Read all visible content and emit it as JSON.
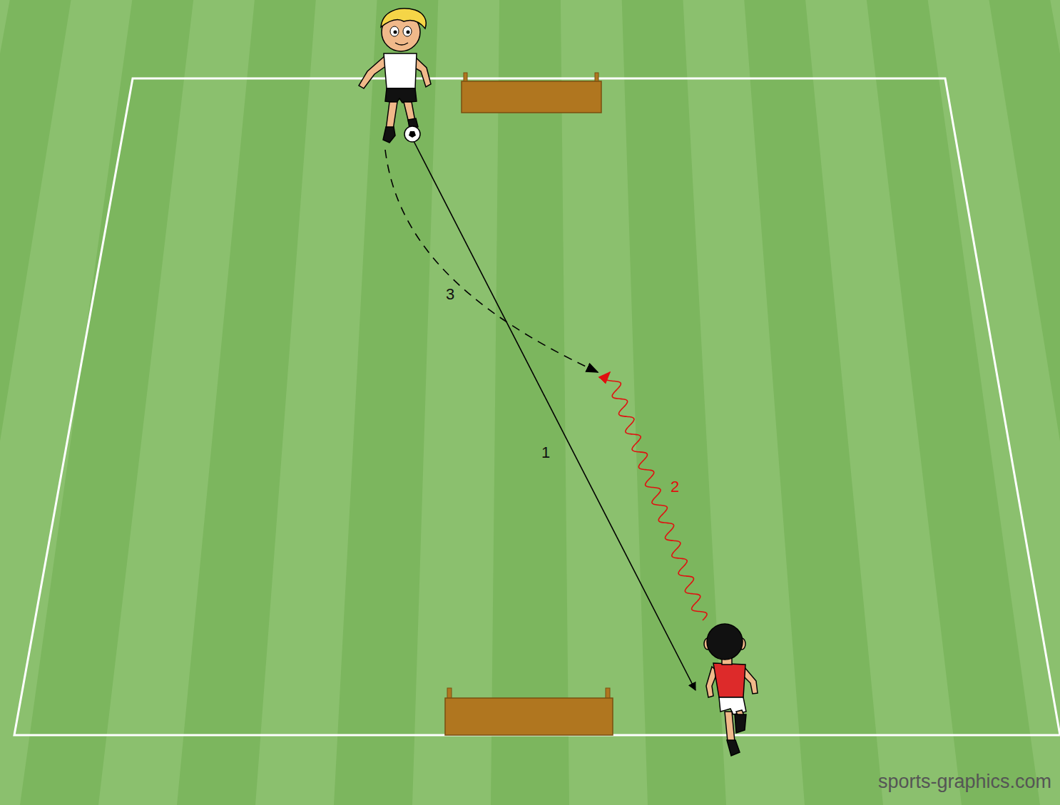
{
  "diagram": {
    "labels": [
      "3",
      "1",
      "2",
      "sports-graphics.com"
    ]
  }
}
